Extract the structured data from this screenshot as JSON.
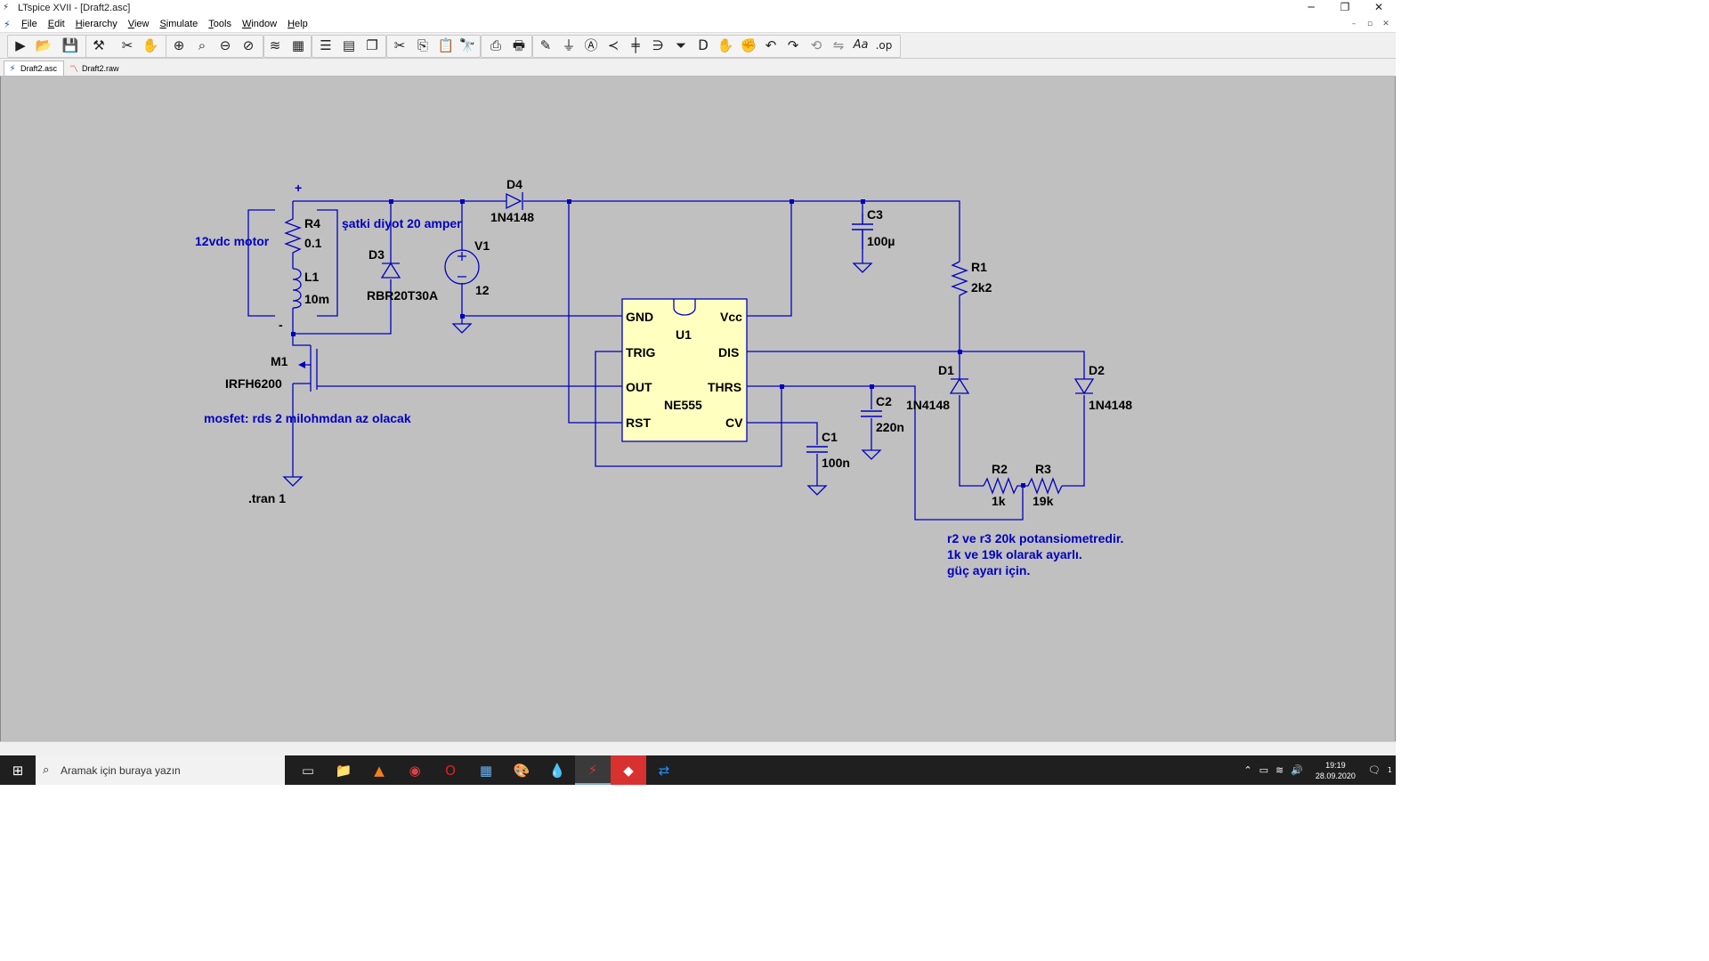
{
  "window": {
    "title": "LTspice XVII - [Draft2.asc]",
    "controls": [
      "─",
      "❐",
      "✕"
    ],
    "mdi_controls": [
      "–",
      "▫",
      "✕"
    ]
  },
  "menu": [
    "File",
    "Edit",
    "Hierarchy",
    "View",
    "Simulate",
    "Tools",
    "Window",
    "Help"
  ],
  "tabs": [
    {
      "label": "Draft2.asc",
      "icon": "schematic-icon",
      "active": true
    },
    {
      "label": "Draft2.raw",
      "icon": "waveform-icon",
      "active": false
    }
  ],
  "toolbar": {
    "icons": [
      "run-icon",
      "open-icon",
      "save-icon",
      "control-panel-icon",
      "halt-icon",
      "pan-icon",
      "zoom-in-icon",
      "zoom-box-icon",
      "zoom-out-icon",
      "zoom-fit-icon",
      "autorange-icon",
      "view-grid-icon",
      "tile-horizontal-icon",
      "tile-vertical-icon",
      "cascade-icon",
      "cut-icon",
      "copy-icon",
      "paste-icon",
      "find-icon",
      "print-icon",
      "print-preview-icon",
      "draw-wire-icon",
      "ground-icon",
      "label-net-icon",
      "resistor-icon",
      "capacitor-icon",
      "inductor-icon",
      "diode-icon",
      "component-icon",
      "move-icon",
      "drag-icon",
      "undo-icon",
      "redo-icon",
      "rotate-icon",
      "mirror-icon",
      "text-icon",
      "spice-directive-icon"
    ],
    "text_icons": {
      "text": "Aa",
      "directive": ".op"
    }
  },
  "schematic": {
    "components": {
      "R4": {
        "name": "R4",
        "value": "0.1"
      },
      "L1": {
        "name": "L1",
        "value": "10m"
      },
      "D3": {
        "name": "D3",
        "value": "RBR20T30A"
      },
      "V1": {
        "name": "V1",
        "value": "12"
      },
      "D4": {
        "name": "D4",
        "value": "1N4148"
      },
      "C3": {
        "name": "C3",
        "value": "100µ"
      },
      "R1": {
        "name": "R1",
        "value": "2k2"
      },
      "U1": {
        "name": "U1",
        "value": "NE555"
      },
      "M1": {
        "name": "M1",
        "value": "IRFH6200"
      },
      "D1": {
        "name": "D1",
        "value": "1N4148"
      },
      "D2": {
        "name": "D2",
        "value": "1N4148"
      },
      "C2": {
        "name": "C2",
        "value": "220n"
      },
      "C1": {
        "name": "C1",
        "value": "100n"
      },
      "R2": {
        "name": "R2",
        "value": "1k"
      },
      "R3": {
        "name": "R3",
        "value": "19k"
      }
    },
    "pins": {
      "gnd": "GND",
      "vcc": "Vcc",
      "trig": "TRIG",
      "dis": "DIS",
      "out": "OUT",
      "thrs": "THRS",
      "rst": "RST",
      "cv": "CV"
    },
    "comments": {
      "motor": "12vdc motor",
      "schottky": "şatki diyot 20 amper",
      "mosfet": "mosfet: rds 2 milohmdan az olacak",
      "pot_line1": "r2 ve r3 20k potansiometredir.",
      "pot_line2": "1k ve 19k olarak ayarlı.",
      "pot_line3": "güç ayarı için."
    },
    "plus": "+",
    "minus": "-",
    "directive": ".tran 1",
    "colors": {
      "wire": "#0000c0",
      "background": "#c0c0c0",
      "ic_fill": "#ffffc0",
      "component": "#0000c0"
    }
  },
  "taskbar": {
    "search_placeholder": "Aramak için buraya yazın",
    "apps": [
      "task-view-icon",
      "file-explorer-icon",
      "vlc-icon",
      "app-red-icon",
      "opera-icon",
      "calculator-icon",
      "paint-icon",
      "droplet-icon",
      "ltspice-icon",
      "anydesk-icon",
      "teamviewer-icon"
    ],
    "time": "19:19",
    "date": "28.09.2020",
    "notification_count": "1"
  }
}
